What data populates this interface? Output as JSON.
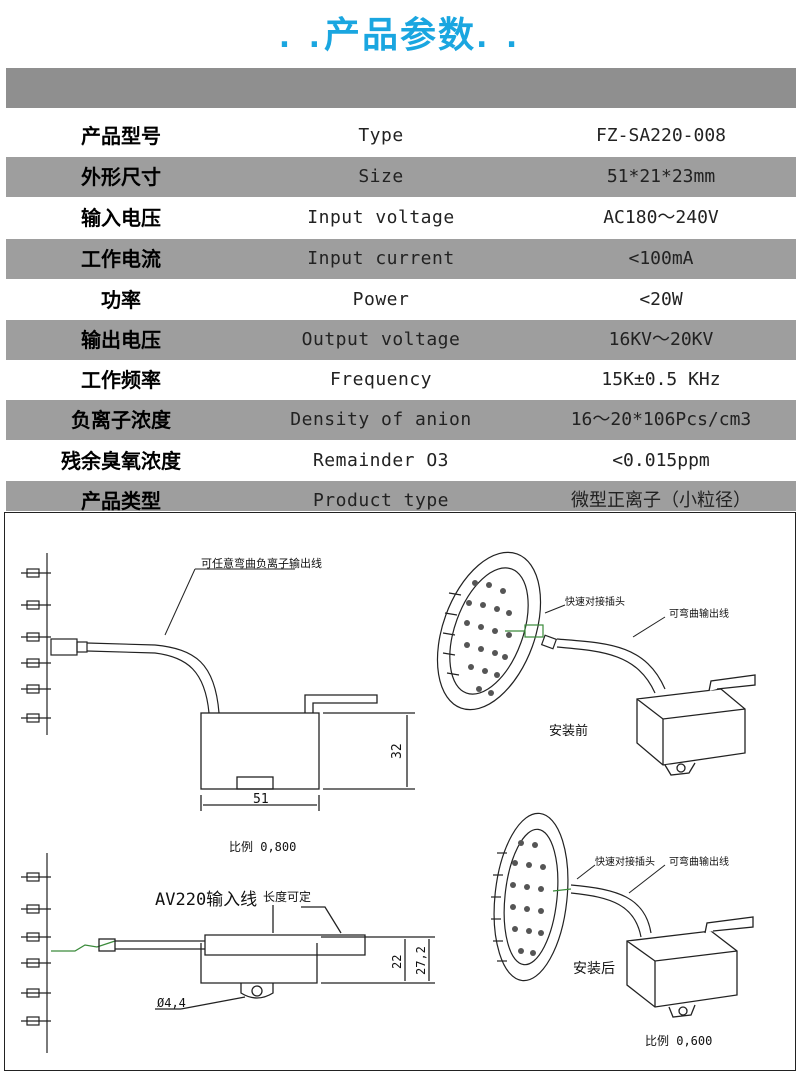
{
  "header": {
    "dots_left": ". .",
    "title": "产品参数",
    "dots_right": ". ."
  },
  "specs": [
    {
      "cn": "产品型号",
      "en": "Type",
      "value": "FZ-SA220-008"
    },
    {
      "cn": "外形尺寸",
      "en": "Size",
      "value": "51*21*23mm"
    },
    {
      "cn": "输入电压",
      "en": "Input voltage",
      "value": "AC180～240V"
    },
    {
      "cn": "工作电流",
      "en": "Input current",
      "value": "<100mA"
    },
    {
      "cn": "功率",
      "en": "Power",
      "value": "<20W"
    },
    {
      "cn": "输出电压",
      "en": "Output voltage",
      "value": "16KV～20KV"
    },
    {
      "cn": "工作频率",
      "en": "Frequency",
      "value": "15K±0.5 KHz"
    },
    {
      "cn": "负离子浓度",
      "en": "Density of anion",
      "value": "16～20*106Pcs/cm3"
    },
    {
      "cn": "残余臭氧浓度",
      "en": "Remainder O3",
      "value": "<0.015ppm"
    },
    {
      "cn": "产品类型",
      "en": "Product type",
      "value": "微型正离子（小粒径）"
    }
  ],
  "drawing": {
    "top_left_note": "可任意弯曲负离子输出线",
    "dim_width": "51",
    "dim_height": "32",
    "scale_top": "比例 0,800",
    "input_label": "AV220输入线",
    "length_note": "长度可定",
    "dim_22": "22",
    "dim_27": "27,2",
    "hole_dia": "Ø4,4",
    "quick_plug": "快速对接插头",
    "bendable_wire": "可弯曲输出线",
    "before_install": "安装前",
    "after_install": "安装后",
    "scale_bottom": "比例 0,600"
  }
}
